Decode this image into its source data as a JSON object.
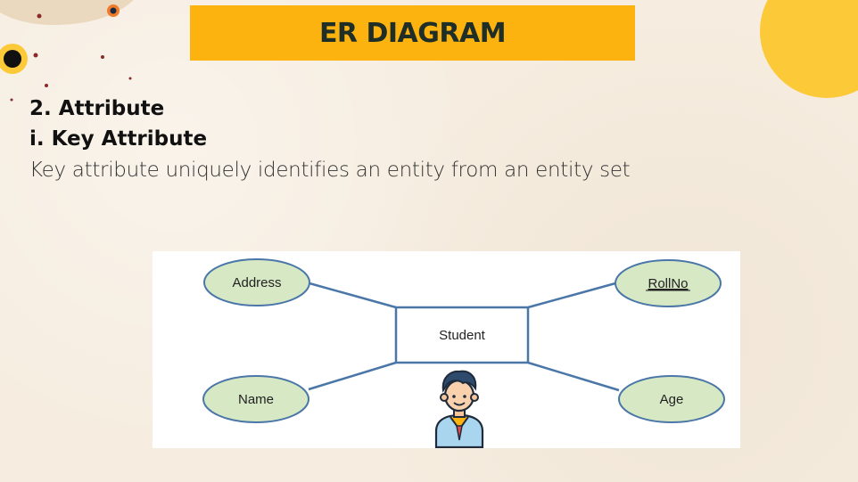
{
  "slide": {
    "title": "ER DIAGRAM",
    "section_heading": "2. Attribute",
    "sub_heading": "i. Key Attribute",
    "description": "Key attribute uniquely identifies an entity from an entity set"
  },
  "diagram": {
    "entity": "Student",
    "attributes": {
      "address": "Address",
      "rollno": "RollNo",
      "name": "Name",
      "age": "Age"
    },
    "key_attribute": "RollNo"
  },
  "colors": {
    "banner": "#fdb30f",
    "ellipse_fill": "#d7e8c4",
    "line": "#4a76a8",
    "background": "#f6ede0"
  },
  "icons": [
    "student-avatar-icon"
  ]
}
